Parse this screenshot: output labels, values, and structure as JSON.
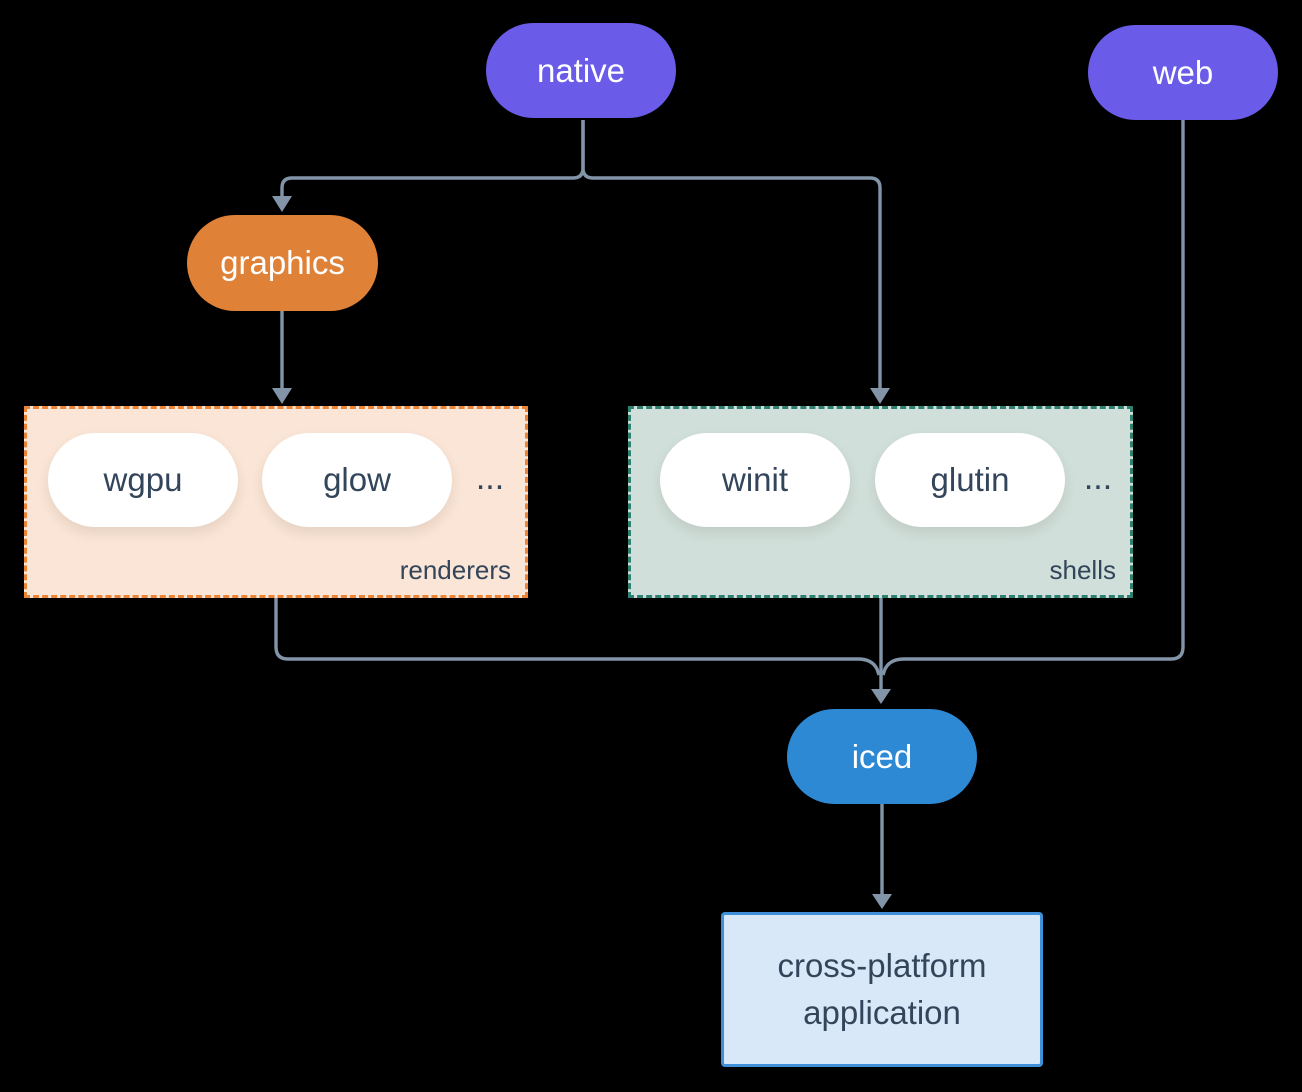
{
  "diagram": {
    "nodes": {
      "native": {
        "label": "native"
      },
      "web": {
        "label": "web"
      },
      "graphics": {
        "label": "graphics"
      },
      "wgpu": {
        "label": "wgpu"
      },
      "glow": {
        "label": "glow"
      },
      "winit": {
        "label": "winit"
      },
      "glutin": {
        "label": "glutin"
      },
      "iced": {
        "label": "iced"
      },
      "application": {
        "label": "cross-platform application"
      }
    },
    "groups": {
      "renderers": {
        "label": "renderers",
        "more": "..."
      },
      "shells": {
        "label": "shells",
        "more": "..."
      }
    },
    "edges": [
      {
        "from": "native",
        "to": "graphics"
      },
      {
        "from": "native",
        "to": "shells"
      },
      {
        "from": "graphics",
        "to": "renderers"
      },
      {
        "from": "renderers",
        "to": "iced"
      },
      {
        "from": "shells",
        "to": "iced"
      },
      {
        "from": "web",
        "to": "iced"
      },
      {
        "from": "iced",
        "to": "application"
      }
    ]
  },
  "colors": {
    "background": "#000000",
    "node-purple": "#6a5ce8",
    "node-orange": "#e08138",
    "node-blue": "#2e89d5",
    "node-light": "#ffffff",
    "renderers-bg": "#fae5d6",
    "renderers-border": "#ec8438",
    "shells-bg": "#d0dfd9",
    "shells-border": "#2e8070",
    "app-bg": "#d8e8f9",
    "app-border": "#4090d9",
    "connector": "#8294a7",
    "text-light": "#ffffff",
    "text-dark": "#33455a"
  }
}
